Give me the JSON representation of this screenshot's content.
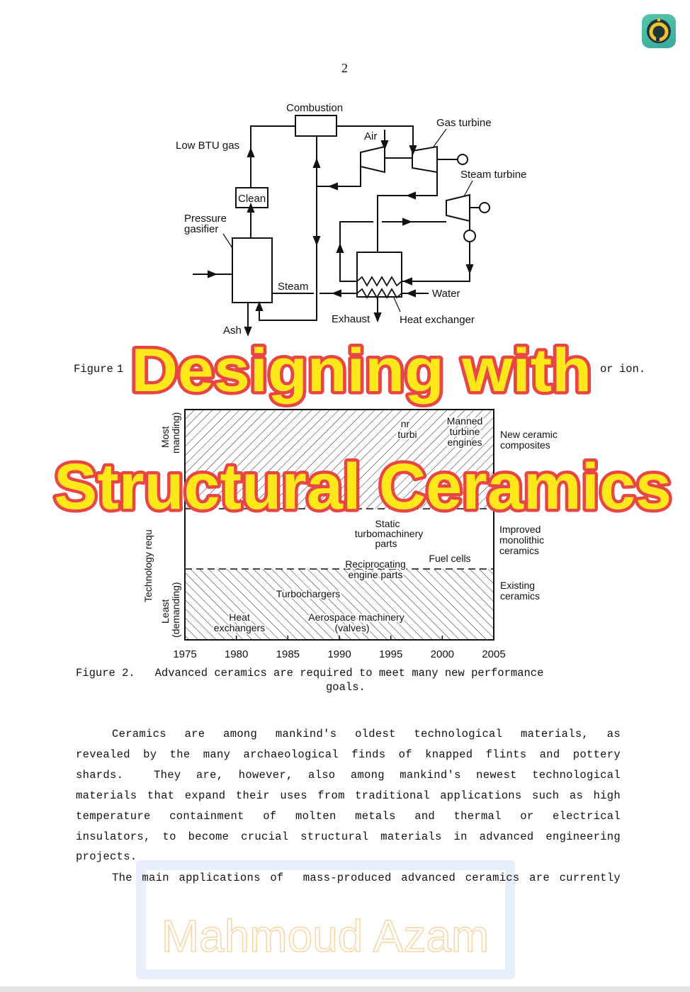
{
  "page_number": "2",
  "app_icon": {
    "name": "app-logo-icon",
    "colors": [
      "#4bb9a3",
      "#1e3a3a",
      "#f2c12e"
    ]
  },
  "overlay_title": {
    "line1": "Designing with",
    "line2": "Structural Ceramics",
    "fill_color": "#ffe81a",
    "stroke_color": "#e84646"
  },
  "figure1": {
    "labels": {
      "combustion": "Combustion",
      "gas_turbine": "Gas turbine",
      "air": "Air",
      "low_btu_gas": "Low BTU gas",
      "clean": "Clean",
      "steam_turbine": "Steam turbine",
      "pressure_gasifier_1": "Pressure",
      "pressure_gasifier_2": "gasifier",
      "steam": "Steam",
      "water": "Water",
      "exhaust": "Exhaust",
      "heat_exchanger": "Heat exchanger",
      "ash": "Ash"
    },
    "caption_fragments": {
      "a": "Figure",
      "b": "1",
      "c": "or",
      "d": "ion."
    }
  },
  "figure2": {
    "x_ticks": [
      "1975",
      "1980",
      "1985",
      "1990",
      "1995",
      "2000",
      "2005"
    ],
    "y_label": "Technology requ",
    "y_top_1": "Most",
    "y_top_2": "manding)",
    "y_bottom_1": "Least",
    "y_bottom_2": "(demanding)",
    "region_labels": {
      "top": [
        "New ceramic",
        "composites"
      ],
      "middle": [
        "Improved",
        "monolithic",
        "ceramics"
      ],
      "bottom": [
        "Existing",
        "ceramics"
      ]
    },
    "items": {
      "manned": [
        "Manned",
        "turbine",
        "engines"
      ],
      "unmanned": [
        "nr",
        "turbi"
      ],
      "static": [
        "Static",
        "turbomachinery",
        "parts"
      ],
      "fuel_cells": "Fuel cells",
      "reciprocating": [
        "Reciprocating",
        "engine parts"
      ],
      "turbochargers": "Turbochargers",
      "heat_exchangers": [
        "Heat",
        "exchangers"
      ],
      "aerospace": [
        "Aerospace machinery",
        "(valves)"
      ]
    },
    "caption_line1": "Figure 2.   Advanced ceramics are required to meet many new performance",
    "caption_line2": "goals."
  },
  "body": {
    "lines": [
      "Ceramics are among mankind's oldest technological materials, as",
      "revealed by the many archaeological finds of knapped flints and pottery",
      "shards.  They are, however, also among mankind's newest technological",
      "materials that expand their uses from traditional applications such as high",
      "temperature containment of molten metals and thermal or electrical",
      "insulators, to become crucial structural materials in advanced engineering",
      "projects.",
      "The main applications of  mass-produced advanced ceramics are currently"
    ]
  },
  "watermark": {
    "text": "Mahmoud Azam",
    "color": "#f5c37a"
  }
}
